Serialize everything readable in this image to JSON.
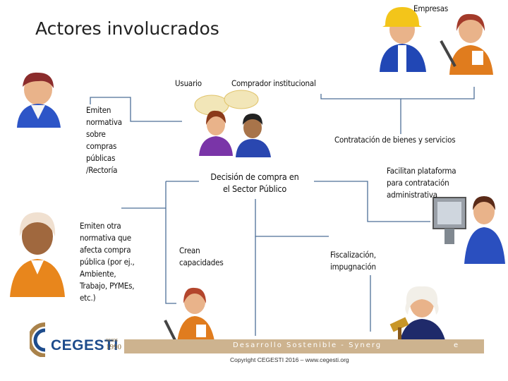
{
  "title": "Actores involucrados",
  "labels": {
    "empresas": "Empresas",
    "usuario": "Usuario",
    "comprador": "Comprador institucional",
    "emiten_normativa": [
      "Emiten",
      "normativa",
      "sobre",
      "compras",
      "públicas",
      "/Rectoría"
    ],
    "contratacion": "Contratación de bienes y servicios",
    "decision": [
      "Decisión de compra en",
      "el Sector Público"
    ],
    "facilitan": [
      "Facilitan plataforma",
      "para contratación",
      "administrativa"
    ],
    "emiten_otra": [
      "Emiten otra",
      "normativa que",
      "afecta compra",
      "pública (por ej.,",
      "Ambiente,",
      "Trabajo, PYMEs,",
      "etc.)"
    ],
    "crean": [
      "Crean",
      "capacidades"
    ],
    "fiscalizacion": [
      "Fiscalización,",
      "impugnación"
    ]
  },
  "footer": {
    "bar_text": "Desarrollo Sostenible - Synerg",
    "bar_text_end": "e",
    "copyright": "Copyright CEGESTI 2016 – www.cegesti.org"
  },
  "logo": {
    "word": "CEGESTI",
    "desde": "DESDE",
    "year": "1990"
  },
  "colors": {
    "connector": "#4d6f98",
    "footer_bar": "#cdb38f",
    "logo_blue": "#1e4c8c",
    "logo_gold": "#a9824a"
  },
  "icons": [
    "person-icon",
    "worker-hardhat-icon",
    "speech-bubble-icon",
    "computer-monitor-icon",
    "judge-icon",
    "cegesti-logo-icon"
  ]
}
